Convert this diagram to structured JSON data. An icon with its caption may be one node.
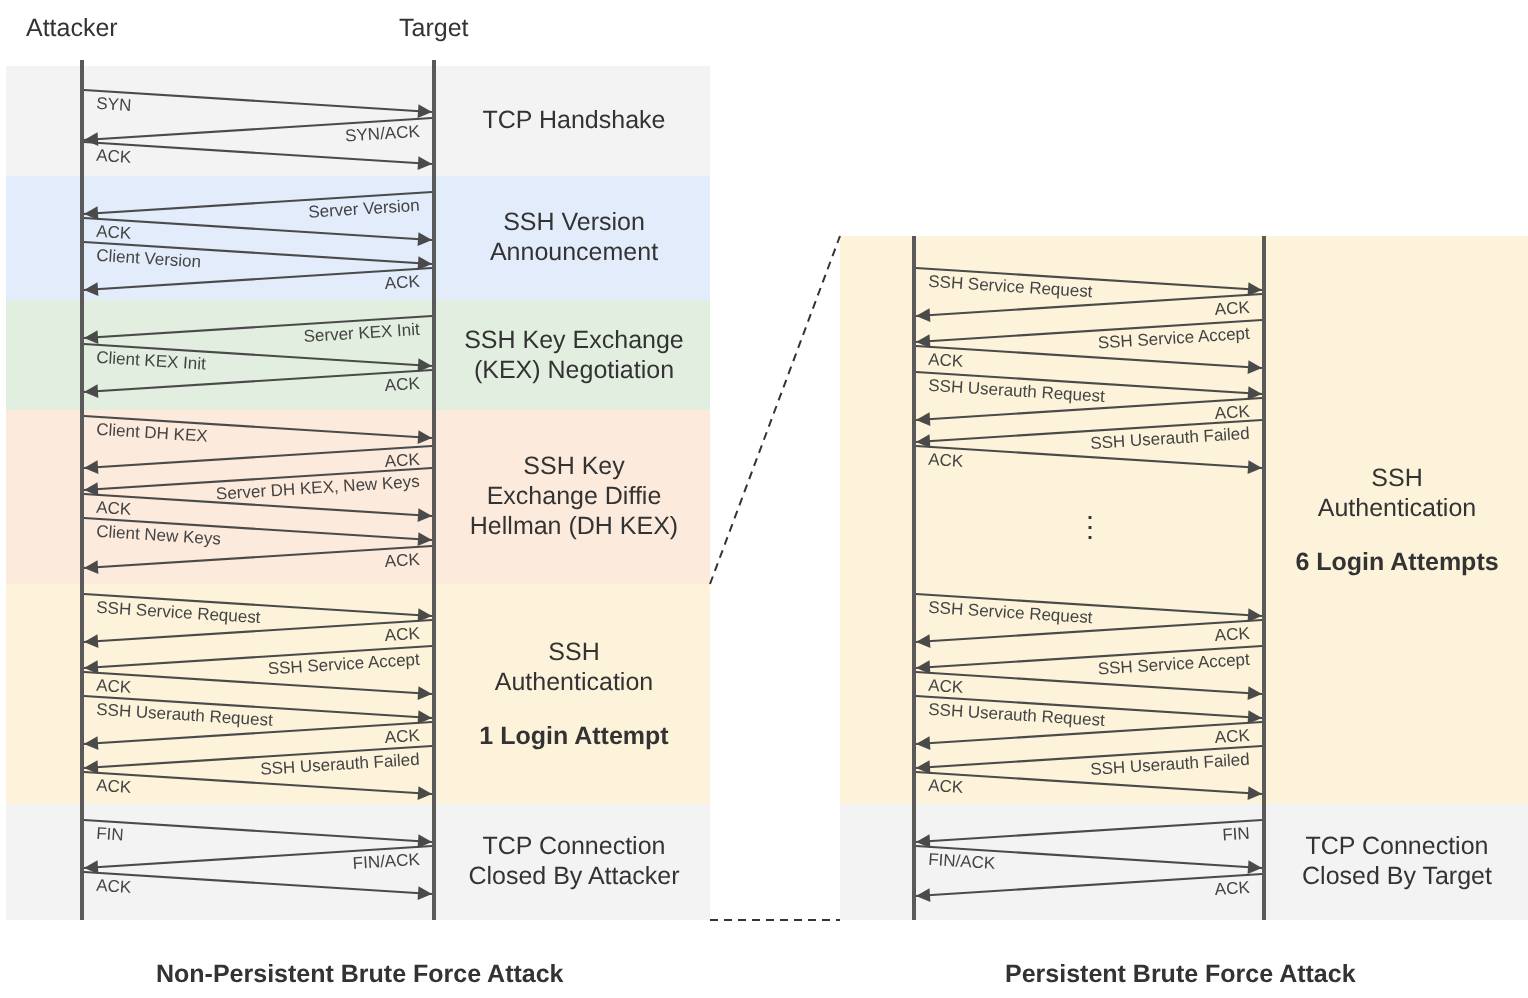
{
  "diagram": {
    "nodes": [
      {
        "text": [],
        "shape": "bar",
        "beside": [
          "Attacker"
        ]
      },
      {
        "text": [],
        "shape": "bar",
        "beside": [
          "Target"
        ]
      },
      {
        "text": [
          "TCP Handshake"
        ]
      },
      {
        "text": [
          "SSH Version Announcement"
        ]
      },
      {
        "text": [
          "SSH Key Exchange (KEX) Negotiation"
        ]
      },
      {
        "text": [
          "SSH Key Exchange Diffie Hellman (DH KEX)"
        ]
      },
      {
        "text": [
          "SSH Authentication",
          "1 Login Attempt"
        ]
      },
      {
        "text": [
          "TCP Connection Closed By Attacker"
        ]
      },
      {
        "text": [],
        "shape": "bar"
      },
      {
        "text": [],
        "shape": "bar"
      },
      {
        "text": [
          "SSH Authentication",
          "6 Login Attempts"
        ]
      },
      {
        "text": [
          "TCP Connection Closed By Target"
        ]
      }
    ],
    "edges": [
      {
        "from": 0,
        "to": 1,
        "arrow": "to",
        "label": "SYN"
      },
      {
        "from": 1,
        "to": 0,
        "arrow": "to",
        "label": "SYN/ACK"
      },
      {
        "from": 0,
        "to": 1,
        "arrow": "to",
        "label": "ACK"
      },
      {
        "from": 1,
        "to": 0,
        "arrow": "to",
        "label": "Server Version"
      },
      {
        "from": 0,
        "to": 1,
        "arrow": "to",
        "label": "ACK"
      },
      {
        "from": 0,
        "to": 1,
        "arrow": "to",
        "label": "Client Version"
      },
      {
        "from": 1,
        "to": 0,
        "arrow": "to",
        "label": "ACK"
      },
      {
        "from": 1,
        "to": 0,
        "arrow": "to",
        "label": "Server KEX Init"
      },
      {
        "from": 0,
        "to": 1,
        "arrow": "to",
        "label": "Client KEX Init"
      },
      {
        "from": 1,
        "to": 0,
        "arrow": "to",
        "label": "ACK"
      },
      {
        "from": 0,
        "to": 1,
        "arrow": "to",
        "label": "Client DH KEX"
      },
      {
        "from": 1,
        "to": 0,
        "arrow": "to",
        "label": "ACK"
      },
      {
        "from": 1,
        "to": 0,
        "arrow": "to",
        "label": "Server DH KEX, New Keys"
      },
      {
        "from": 0,
        "to": 1,
        "arrow": "to",
        "label": "ACK"
      },
      {
        "from": 0,
        "to": 1,
        "arrow": "to",
        "label": "Client New Keys"
      },
      {
        "from": 1,
        "to": 0,
        "arrow": "to",
        "label": "ACK"
      },
      {
        "from": 0,
        "to": 1,
        "arrow": "to",
        "label": "SSH Service Request"
      },
      {
        "from": 1,
        "to": 0,
        "arrow": "to",
        "label": "ACK"
      },
      {
        "from": 1,
        "to": 0,
        "arrow": "to",
        "label": "SSH Service Accept"
      },
      {
        "from": 0,
        "to": 1,
        "arrow": "to",
        "label": "ACK"
      },
      {
        "from": 0,
        "to": 1,
        "arrow": "to",
        "label": "SSH Userauth Request"
      },
      {
        "from": 1,
        "to": 0,
        "arrow": "to",
        "label": "ACK"
      },
      {
        "from": 1,
        "to": 0,
        "arrow": "to",
        "label": "SSH Userauth Failed"
      },
      {
        "from": 0,
        "to": 1,
        "arrow": "to",
        "label": "ACK"
      },
      {
        "from": 0,
        "to": 1,
        "arrow": "to",
        "label": "FIN"
      },
      {
        "from": 1,
        "to": 0,
        "arrow": "to",
        "label": "FIN/ACK"
      },
      {
        "from": 0,
        "to": 1,
        "arrow": "to",
        "label": "ACK"
      },
      {
        "from": 8,
        "to": 9,
        "arrow": "to",
        "label": "SSH Service Request"
      },
      {
        "from": 9,
        "to": 8,
        "arrow": "to",
        "label": "ACK"
      },
      {
        "from": 9,
        "to": 8,
        "arrow": "to",
        "label": "SSH Service Accept"
      },
      {
        "from": 8,
        "to": 9,
        "arrow": "to",
        "label": "ACK"
      },
      {
        "from": 8,
        "to": 9,
        "arrow": "to",
        "label": "SSH Userauth Request"
      },
      {
        "from": 9,
        "to": 8,
        "arrow": "to",
        "label": "ACK"
      },
      {
        "from": 9,
        "to": 8,
        "arrow": "to",
        "label": "SSH Userauth Failed"
      },
      {
        "from": 8,
        "to": 9,
        "arrow": "to",
        "label": "ACK"
      },
      {
        "from": 8,
        "to": 9,
        "arrow": "to",
        "label": "SSH Service Request"
      },
      {
        "from": 9,
        "to": 8,
        "arrow": "to",
        "label": "ACK"
      },
      {
        "from": 9,
        "to": 8,
        "arrow": "to",
        "label": "SSH Service Accept"
      },
      {
        "from": 8,
        "to": 9,
        "arrow": "to",
        "label": "ACK"
      },
      {
        "from": 8,
        "to": 9,
        "arrow": "to",
        "label": "SSH Userauth Request"
      },
      {
        "from": 9,
        "to": 8,
        "arrow": "to",
        "label": "ACK"
      },
      {
        "from": 9,
        "to": 8,
        "arrow": "to",
        "label": "SSH Userauth Failed"
      },
      {
        "from": 8,
        "to": 9,
        "arrow": "to",
        "label": "ACK"
      },
      {
        "from": 9,
        "to": 8,
        "arrow": "to",
        "label": "FIN"
      },
      {
        "from": 8,
        "to": 9,
        "arrow": "to",
        "label": "FIN/ACK"
      },
      {
        "from": 9,
        "to": 8,
        "arrow": "to",
        "label": "ACK"
      }
    ],
    "labels": [
      "⋮",
      "Non-Persistent Brute Force Attack",
      "Persistent Brute Force Attack"
    ]
  }
}
